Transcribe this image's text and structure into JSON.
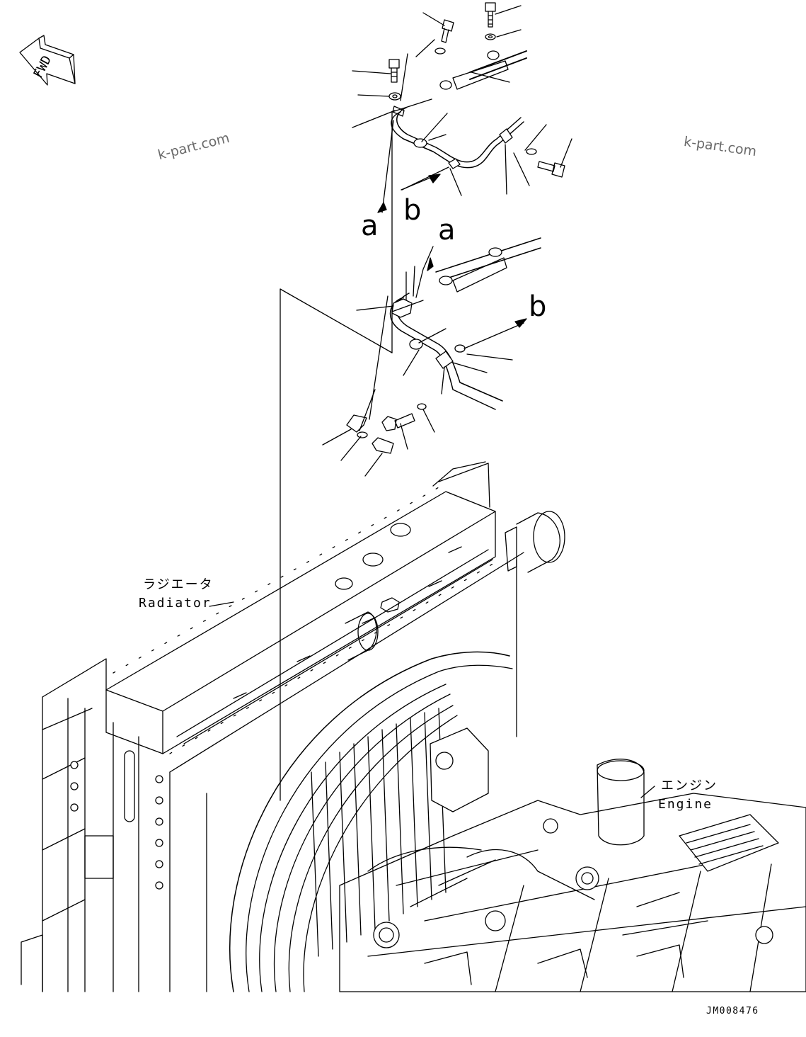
{
  "diagram": {
    "fwd_label": "FWD",
    "ref_a": "a",
    "ref_b": "b",
    "radiator": {
      "jp": "ラジエータ",
      "en": "Radiator"
    },
    "engine": {
      "jp": "エンジン",
      "en": "Engine"
    },
    "watermark": "k-part.com",
    "drawing_code": "JM008476"
  },
  "colors": {
    "line": "#000000",
    "background": "#ffffff",
    "watermark": "#6a6a6a"
  }
}
